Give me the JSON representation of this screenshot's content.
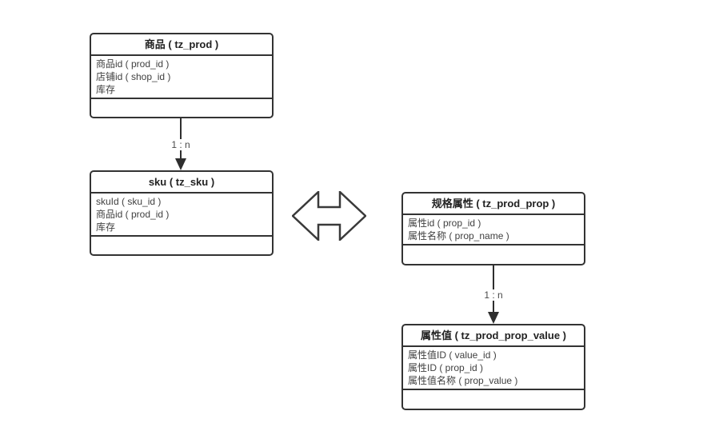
{
  "diagram": {
    "tables": [
      {
        "id": "prod",
        "title": "商品 ( tz_prod )",
        "fields": [
          "商品id ( prod_id )",
          "店铺id ( shop_id )",
          "库存"
        ]
      },
      {
        "id": "sku",
        "title": "sku ( tz_sku )",
        "fields": [
          "skuId ( sku_id )",
          "商品id ( prod_id )",
          "库存"
        ]
      },
      {
        "id": "prop",
        "title": "规格属性 ( tz_prod_prop )",
        "fields": [
          "属性id ( prop_id )",
          "属性名称 ( prop_name )"
        ]
      },
      {
        "id": "prop_value",
        "title": "属性值 ( tz_prod_prop_value )",
        "fields": [
          "属性值ID ( value_id )",
          "属性ID ( prop_id )",
          "属性值名称 ( prop_value )"
        ]
      }
    ],
    "connectors": [
      {
        "from": "prod",
        "to": "sku",
        "label": "1 : n"
      },
      {
        "from": "prop",
        "to": "prop_value",
        "label": "1 : n"
      }
    ],
    "relation_symbol": "double-headed-arrow",
    "colors": {
      "border": "#333333",
      "title_text": "#222222",
      "field_text": "#404040",
      "connector": "#2e2e2e",
      "background": "#ffffff"
    }
  }
}
